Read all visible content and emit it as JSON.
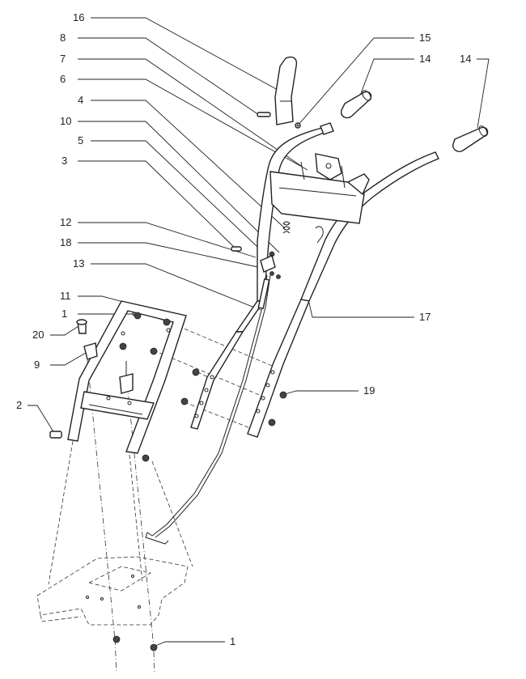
{
  "callouts": [
    {
      "id": "c16a",
      "text": "16"
    },
    {
      "id": "c8",
      "text": "8"
    },
    {
      "id": "c7",
      "text": "7"
    },
    {
      "id": "c6",
      "text": "6"
    },
    {
      "id": "c4",
      "text": "4"
    },
    {
      "id": "c10",
      "text": "10"
    },
    {
      "id": "c5",
      "text": "5"
    },
    {
      "id": "c3",
      "text": "3"
    },
    {
      "id": "c12",
      "text": "12"
    },
    {
      "id": "c18",
      "text": "18"
    },
    {
      "id": "c13",
      "text": "13"
    },
    {
      "id": "c11",
      "text": "11"
    },
    {
      "id": "c1a",
      "text": "1"
    },
    {
      "id": "c20",
      "text": "20"
    },
    {
      "id": "c9",
      "text": "9"
    },
    {
      "id": "c2",
      "text": "2"
    },
    {
      "id": "c15",
      "text": "15"
    },
    {
      "id": "c14a",
      "text": "14"
    },
    {
      "id": "c14b",
      "text": "14"
    },
    {
      "id": "c17",
      "text": "17"
    },
    {
      "id": "c19",
      "text": "19"
    },
    {
      "id": "c1b",
      "text": "1"
    }
  ]
}
